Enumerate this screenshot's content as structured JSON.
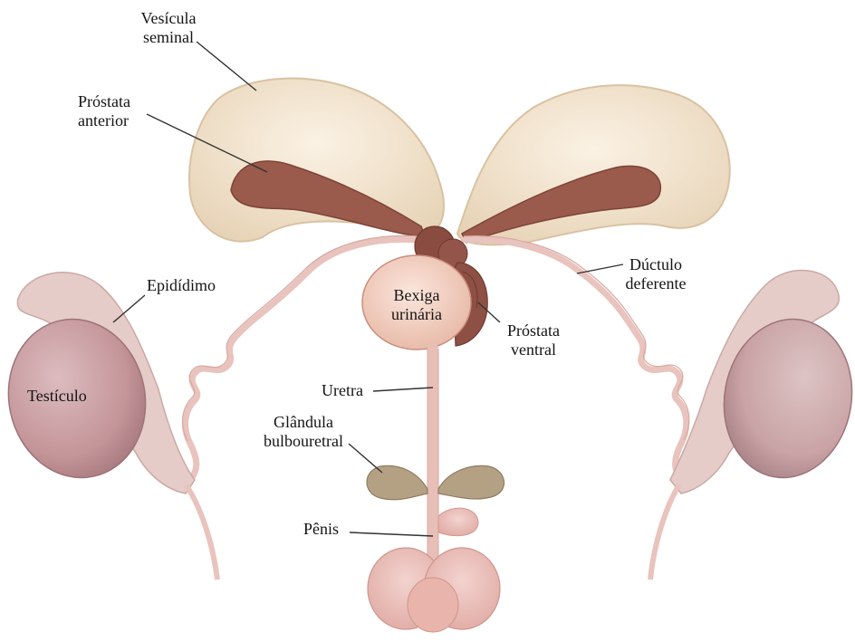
{
  "labels": {
    "vesicula_line1": "Vesícula",
    "vesicula_line2": "seminal",
    "prostata_anterior_line1": "Próstata",
    "prostata_anterior_line2": "anterior",
    "epididimo": "Epidídimo",
    "testiculo": "Testículo",
    "bexiga_line1": "Bexiga",
    "bexiga_line2": "urinária",
    "prostata_ventral_line1": "Próstata",
    "prostata_ventral_line2": "ventral",
    "ductulo_line1": "Dúctulo",
    "ductulo_line2": "deferente",
    "uretra": "Uretra",
    "glandula_line1": "Glândula",
    "glandula_line2": "bulbouretral",
    "penis": "Pênis"
  },
  "colors": {
    "seminal_vesicle": "#f3e6d2",
    "anterior_prostate": "#9a5a4c",
    "ventral_prostate": "#8a4c40",
    "bladder": "#f4d3c4",
    "testis": "#c99ea2",
    "epididymis": "#e6ccc8",
    "ducts": "#e9c3bd",
    "bulbourethral": "#b4a083",
    "leader_line": "#333333"
  }
}
